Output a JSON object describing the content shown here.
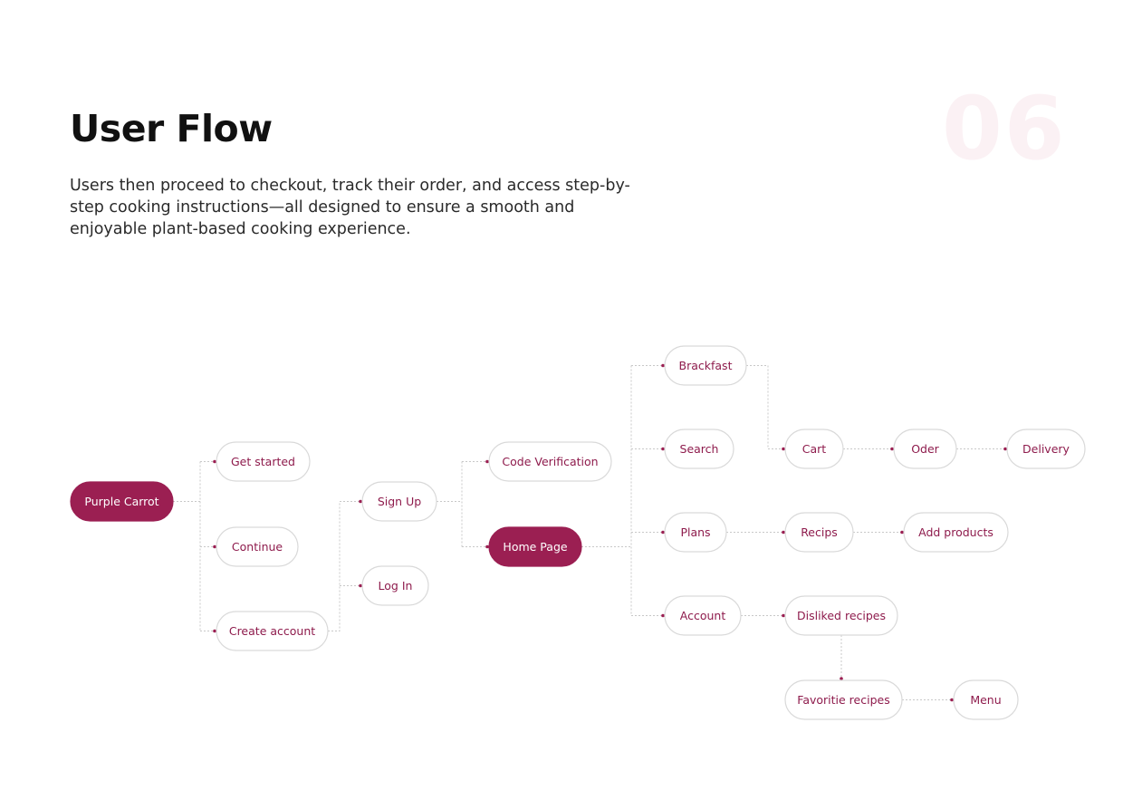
{
  "header": {
    "title": "User Flow",
    "section_number": "06",
    "description": "Users then proceed to checkout, track their order, and access step-by-step cooking instructions—all designed to ensure a smooth and enjoyable plant-based cooking experience."
  },
  "colors": {
    "accent": "#9b1f52",
    "node_border": "#d9d9d9",
    "connector": "#c8c8c8",
    "number": "#fbf1f4"
  },
  "flow": {
    "nodes": [
      {
        "id": "purple-carrot",
        "label": "Purple Carrot",
        "filled": true
      },
      {
        "id": "get-started",
        "label": "Get started",
        "filled": false
      },
      {
        "id": "continue",
        "label": "Continue",
        "filled": false
      },
      {
        "id": "create-account",
        "label": "Create account",
        "filled": false
      },
      {
        "id": "sign-up",
        "label": "Sign Up",
        "filled": false
      },
      {
        "id": "log-in",
        "label": "Log In",
        "filled": false
      },
      {
        "id": "code-verification",
        "label": "Code Verification",
        "filled": false
      },
      {
        "id": "home-page",
        "label": "Home Page",
        "filled": true
      },
      {
        "id": "brackfast",
        "label": "Brackfast",
        "filled": false
      },
      {
        "id": "search",
        "label": "Search",
        "filled": false
      },
      {
        "id": "plans",
        "label": "Plans",
        "filled": false
      },
      {
        "id": "account",
        "label": "Account",
        "filled": false
      },
      {
        "id": "cart",
        "label": "Cart",
        "filled": false
      },
      {
        "id": "oder",
        "label": "Oder",
        "filled": false
      },
      {
        "id": "delivery",
        "label": "Delivery",
        "filled": false
      },
      {
        "id": "recips",
        "label": "Recips",
        "filled": false
      },
      {
        "id": "add-products",
        "label": "Add products",
        "filled": false
      },
      {
        "id": "disliked-recipes",
        "label": "Disliked recipes",
        "filled": false
      },
      {
        "id": "favoritie-recipes",
        "label": "Favoritie recipes",
        "filled": false
      },
      {
        "id": "menu",
        "label": "Menu",
        "filled": false
      }
    ],
    "edges": [
      {
        "from": "purple-carrot",
        "to": "get-started"
      },
      {
        "from": "purple-carrot",
        "to": "continue"
      },
      {
        "from": "purple-carrot",
        "to": "create-account"
      },
      {
        "from": "create-account",
        "to": "sign-up"
      },
      {
        "from": "create-account",
        "to": "log-in"
      },
      {
        "from": "sign-up",
        "to": "code-verification"
      },
      {
        "from": "sign-up",
        "to": "home-page"
      },
      {
        "from": "home-page",
        "to": "brackfast"
      },
      {
        "from": "home-page",
        "to": "search"
      },
      {
        "from": "home-page",
        "to": "plans"
      },
      {
        "from": "home-page",
        "to": "account"
      },
      {
        "from": "brackfast",
        "to": "cart"
      },
      {
        "from": "cart",
        "to": "oder"
      },
      {
        "from": "oder",
        "to": "delivery"
      },
      {
        "from": "plans",
        "to": "recips"
      },
      {
        "from": "recips",
        "to": "add-products"
      },
      {
        "from": "account",
        "to": "disliked-recipes"
      },
      {
        "from": "disliked-recipes",
        "to": "favoritie-recipes"
      },
      {
        "from": "favoritie-recipes",
        "to": "menu"
      }
    ]
  }
}
